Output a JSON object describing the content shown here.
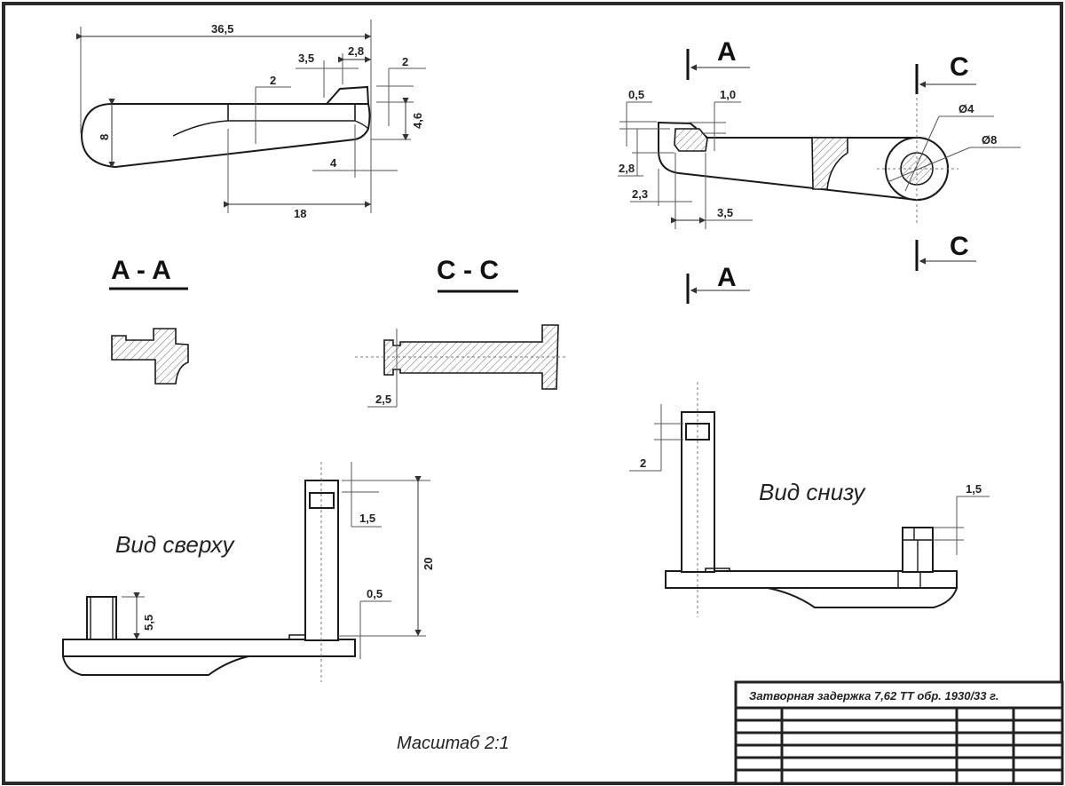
{
  "drawing": {
    "title_block": {
      "title": "Затворная задержка 7,62 ТТ обр. 1930/33 г.",
      "rows": 6,
      "columns": 4
    },
    "scale_label": "Масштаб 2:1",
    "colors": {
      "line": "#1a1a1a",
      "dimension": "#555555",
      "background": "#ffffff"
    },
    "views": {
      "side_view": {
        "dimensions": {
          "overall_length": "36,5",
          "head_3_5": "3,5",
          "head_2_8": "2,8",
          "step_2_right": "2",
          "groove_2": "2",
          "height_8": "8",
          "height_4_6": "4,6",
          "tip_4": "4",
          "length_18": "18"
        }
      },
      "front_view": {
        "section_markers": [
          "A",
          "A",
          "C",
          "C"
        ],
        "dimensions": {
          "d_0_5": "0,5",
          "d_1_0": "1,0",
          "d_2_8": "2,8",
          "d_2_3": "2,3",
          "d_3_5": "3,5",
          "diameter_4": "Ø4",
          "diameter_8": "Ø8"
        }
      },
      "section_aa": {
        "label": "A - A"
      },
      "section_cc": {
        "label": "C - C",
        "dimension": "2,5"
      },
      "top_view": {
        "label": "Вид  сверху",
        "dimensions": {
          "d_1_5": "1,5",
          "d_20": "20",
          "d_0_5": "0,5",
          "d_5_5": "5,5"
        }
      },
      "bottom_view": {
        "label": "Вид  снизу",
        "dimensions": {
          "d_2": "2",
          "d_1_5": "1,5"
        }
      }
    }
  }
}
